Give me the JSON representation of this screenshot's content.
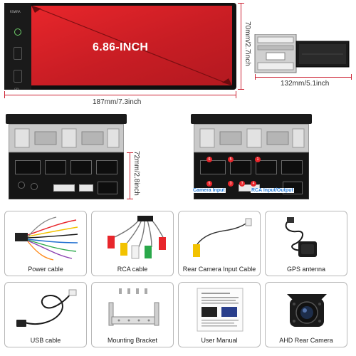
{
  "product": {
    "screen_size_label": "6.86-INCH",
    "panel_top_label": "RSWRA",
    "panel_bottom_label": "CFt"
  },
  "dimensions": {
    "width": "187mm/7.3inch",
    "height": "70mm/2.7inch",
    "depth": "132mm/5.1inch",
    "rear_height": "72mm/2.8inch"
  },
  "rear_view": {
    "camera_input": "Camera Input",
    "rca_output": "RCA Input/Output",
    "numbers": [
      "1",
      "2",
      "3",
      "4",
      "5",
      "6"
    ]
  },
  "accessories": [
    {
      "label": "Power cable",
      "icon": "power-cable-icon"
    },
    {
      "label": "RCA cable",
      "icon": "rca-cable-icon"
    },
    {
      "label": "Rear Camera Input Cable",
      "icon": "camera-cable-icon"
    },
    {
      "label": "GPS antenna",
      "icon": "gps-antenna-icon"
    },
    {
      "label": "USB cable",
      "icon": "usb-cable-icon"
    },
    {
      "label": "Mounting Bracket",
      "icon": "bracket-icon"
    },
    {
      "label": "User Manual",
      "icon": "manual-icon"
    },
    {
      "label": "AHD Rear Camera",
      "icon": "camera-icon"
    }
  ],
  "colors": {
    "screen": "#e8262b",
    "dimension_line": "#cc2233",
    "label_blue": "#2a7fd8",
    "label_red": "#ff3a3a"
  }
}
